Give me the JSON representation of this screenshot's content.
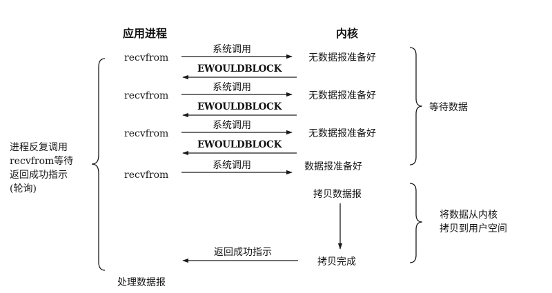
{
  "headers": {
    "app_process": "应用进程",
    "kernel": "内核"
  },
  "left_label": [
    "进程反复调用",
    "recvfrom等待",
    "返回成功指示",
    "(轮询)"
  ],
  "rows": [
    {
      "call": "recvfrom",
      "to_kernel": "系统调用",
      "from_kernel": "EWOULDBLOCK",
      "kernel_state": "无数据报准备好"
    },
    {
      "call": "recvfrom",
      "to_kernel": "系统调用",
      "from_kernel": "EWOULDBLOCK",
      "kernel_state": "无数据报准备好"
    },
    {
      "call": "recvfrom",
      "to_kernel": "系统调用",
      "from_kernel": "EWOULDBLOCK",
      "kernel_state": "无数据报准备好"
    },
    {
      "call": "recvfrom",
      "to_kernel": "系统调用",
      "kernel_state": "数据报准备好"
    }
  ],
  "copy_datagram": "拷贝数据报",
  "copy_complete": "拷贝完成",
  "return_success": "返回成功指示",
  "process_datagram": "处理数据报",
  "phases": {
    "wait": "等待数据",
    "copy": [
      "将数据从内核",
      "拷贝到用户空间"
    ]
  }
}
